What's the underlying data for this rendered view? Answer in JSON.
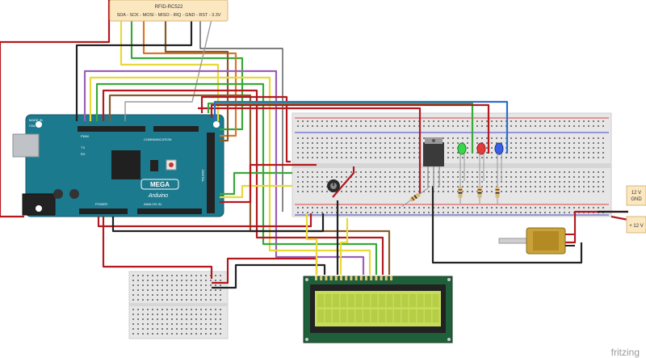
{
  "rfid_module": {
    "title": "RFID-RC522",
    "pins": "SDA - SCK - MOSI - MISO - IRQ - GND - RST - 3.3V"
  },
  "arduino": {
    "made_in": "MADE IN",
    "country": "ITALY",
    "pwm": "PWM",
    "communication": "COMMUNICATION",
    "tx": "TX",
    "rx": "RX",
    "mega": "MEGA",
    "arduino": "Arduino",
    "power": "POWER",
    "analog_in": "ANALOG IN",
    "digital": "DIGITAL"
  },
  "power_labels": {
    "gnd": "12 V\nGND",
    "vcc": "+ 12 V"
  },
  "watermark": "fritzing",
  "colors": {
    "wire_red": "#b3191f",
    "wire_black": "#222222",
    "wire_green": "#3aa83a",
    "wire_blue": "#2d6ec8",
    "wire_yellow": "#e8d83a",
    "wire_orange": "#d9782a",
    "wire_purple": "#9b5fb5",
    "wire_brown": "#8b5a2b",
    "board_teal": "#1c7a8f",
    "lcd_green": "#c6dc5a"
  }
}
